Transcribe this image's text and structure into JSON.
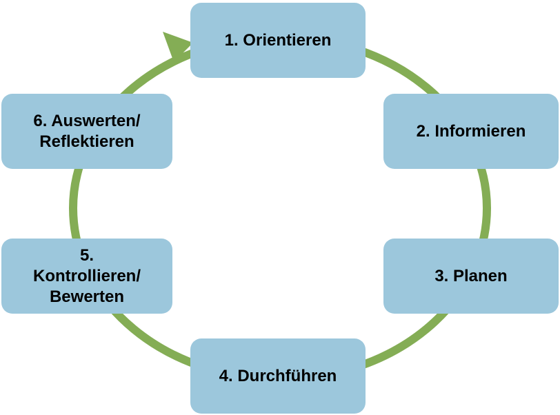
{
  "diagram": {
    "ring_color": "#84ad55",
    "box_color": "#9cc7dc",
    "steps": [
      {
        "label": "1. Orientieren"
      },
      {
        "label": "2. Informieren"
      },
      {
        "label": "3. Planen"
      },
      {
        "label": "4. Durchführen"
      },
      {
        "label": "5.\nKontrollieren/\nBewerten"
      },
      {
        "label": "6. Auswerten/\nReflektieren"
      }
    ]
  }
}
